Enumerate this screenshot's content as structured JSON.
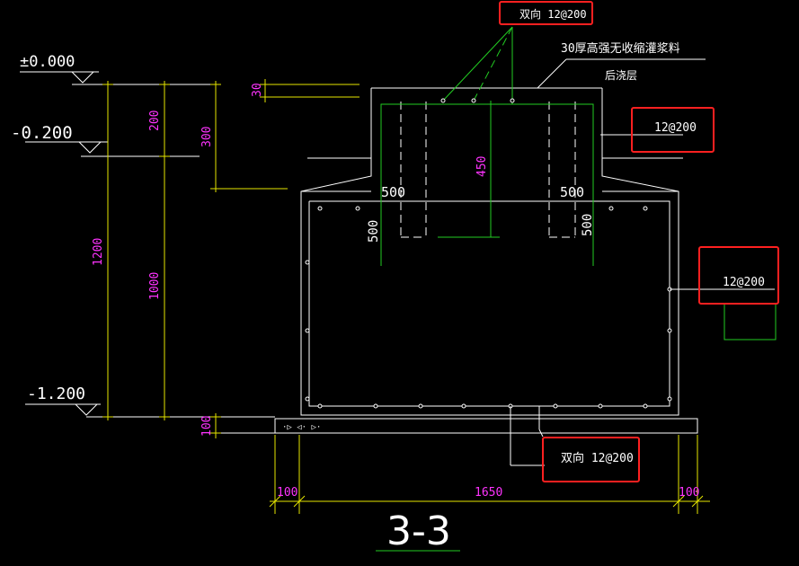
{
  "section_label": "3-3",
  "elevations": {
    "top": "±0.000",
    "mid": "-0.200",
    "bottom": "-1.200"
  },
  "notes": {
    "top_rebar": "双向 12@200",
    "grout": "30厚高强无收缩灌浆料",
    "post_pour": "后浇层",
    "side_rebar_upper": "12@200",
    "side_rebar_lower": "12@200",
    "bottom_rebar": "双向 12@200"
  },
  "dims_vertical": {
    "d30": "30",
    "d200": "200",
    "d300": "300",
    "d1200": "1200",
    "d1000": "1000",
    "d100": "100",
    "d450": "450",
    "d500_left": "500",
    "d500_right": "500"
  },
  "dims_horizontal": {
    "d500_left": "500",
    "d500_right": "500",
    "d100_left": "100",
    "d1650": "1650",
    "d100_right": "100"
  },
  "colors": {
    "line": "#ffffff",
    "rebar": "#22cc22",
    "dimension": "#e6e600",
    "dim_text": "#ff33ff",
    "highlight": "#ff2020",
    "background": "#000000"
  }
}
